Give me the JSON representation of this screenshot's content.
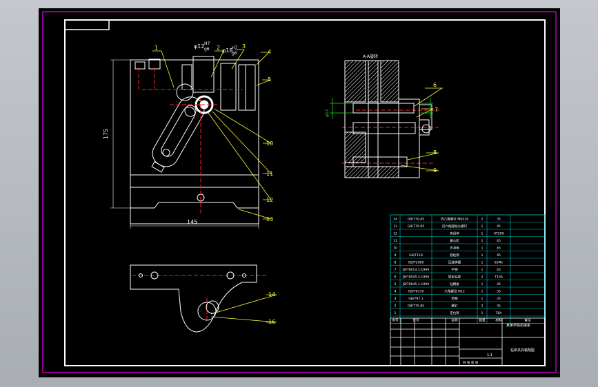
{
  "drawing": {
    "callouts": [
      "1",
      "2",
      "3",
      "4",
      "5",
      "6",
      "7",
      "8",
      "9",
      "10",
      "11",
      "12",
      "13",
      "14",
      "16"
    ],
    "dims": {
      "height": "175",
      "width": "145",
      "d1": "φ12",
      "d1b": "H7",
      "d1c": "g6",
      "d2": "φ18",
      "d2b": "H7",
      "d2c": "g6",
      "section": "A-A旋转",
      "side": "φ12"
    },
    "colors": {
      "frame": "#c000c0",
      "border": "#ffffff",
      "part": "#ffffff",
      "center": "#ff2020",
      "leader": "#ffff40",
      "dim": "#ffffff",
      "table": "#00c8c8",
      "green": "#20e020"
    }
  },
  "bom": {
    "rows": [
      [
        "14",
        "GB/T70-85",
        "内六角螺钉 M6X16",
        "2",
        "35",
        ""
      ],
      [
        "13",
        "GB/T70-85",
        "内六角圆柱头螺钉",
        "1",
        "45",
        ""
      ],
      [
        "12",
        "",
        "夹具体",
        "1",
        "HT200",
        ""
      ],
      [
        "11",
        "",
        "偏心轮",
        "1",
        "45",
        ""
      ],
      [
        "10",
        "",
        "支承板",
        "1",
        "45",
        ""
      ],
      [
        "9",
        "GB/T119",
        "圆柱销",
        "1",
        "45",
        ""
      ],
      [
        "8",
        "GB/T2089",
        "压缩弹簧",
        "1",
        "65Mn",
        ""
      ],
      [
        "7",
        "JB/T8014.1-1999",
        "手柄",
        "1",
        "45",
        ""
      ],
      [
        "6",
        "JB/T8045.3-1999",
        "固定钻套",
        "2",
        "T10A",
        ""
      ],
      [
        "5",
        "JB/T8045.1-1999",
        "钻模板",
        "1",
        "45",
        ""
      ],
      [
        "4",
        "GB/T6170",
        "六角螺母 M12",
        "1",
        "35",
        ""
      ],
      [
        "3",
        "GB/T97.1",
        "垫圈",
        "1",
        "35",
        ""
      ],
      [
        "2",
        "GB/T70-85",
        "螺钉",
        "2",
        "35",
        ""
      ],
      [
        "1",
        "",
        "定位销",
        "1",
        "T8A",
        ""
      ]
    ],
    "header": [
      "序号",
      "代号",
      "名称",
      "数量",
      "材料",
      "备注"
    ],
    "title_block": {
      "school": "某某学院机械系",
      "title": "钻床夹具装配图",
      "scale": "1:1",
      "sheet": "共 张 第 张"
    }
  }
}
